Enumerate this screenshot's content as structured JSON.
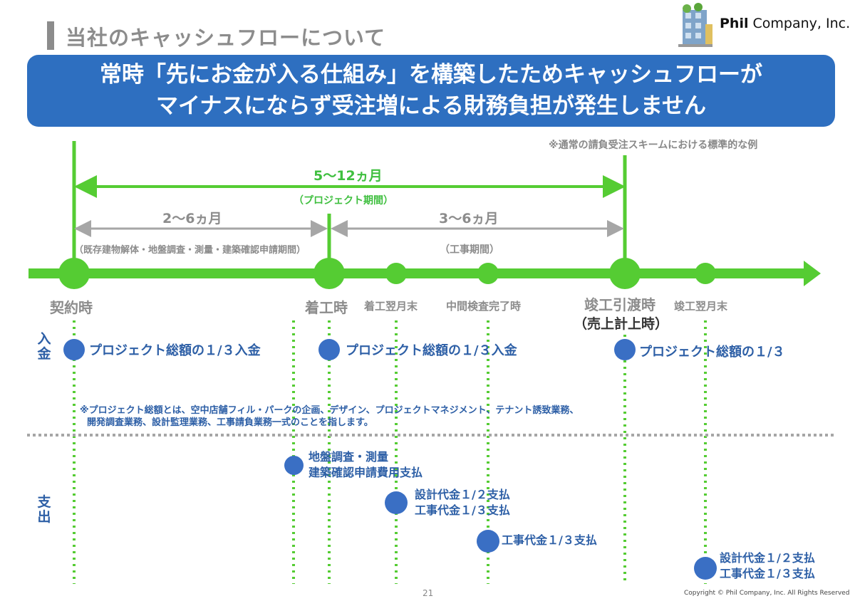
{
  "header": {
    "title": "当社のキャッシュフローについて",
    "logo_brand": "Phil",
    "logo_rest": " Company, Inc."
  },
  "banner": {
    "line1": "常時「先にお金が入る仕組み」を構築したためキャッシュフローが",
    "line2": "マイナスにならず受注増による財務負担が発生しません"
  },
  "note": "※通常の請負受注スキームにおける標準的な例",
  "periods": {
    "total_label": "5～12ヵ月",
    "total_sub": "（プロジェクト期間）",
    "first_label": "2～6ヵ月",
    "first_sub": "（既存建物解体・地盤調査・測量・建築確認申請期間）",
    "second_label": "3～6ヵ月",
    "second_sub": "（工事期間）"
  },
  "milestones": {
    "contract": "契約時",
    "start": "着工時",
    "month_after_start": "着工翌月末",
    "mid_inspection": "中間検査完了時",
    "handover": "竣工引渡時",
    "handover_sub": "（売上計上時）",
    "month_after_completion": "竣工翌月末"
  },
  "income": {
    "section_label_1": "入",
    "section_label_2": "金",
    "items": [
      "プロジェクト総額の１/３入金",
      "プロジェクト総額の１/３入金",
      "プロジェクト総額の１/３"
    ]
  },
  "footnote": {
    "line1": "※プロジェクト総額とは、空中店舗フィル・パークの企画、デザイン、プロジェクトマネジメント、テナント誘致業務、",
    "line2": "開発調査業務、設計監理業務、工事請負業務一式のことを指します。"
  },
  "expense": {
    "section_label_1": "支",
    "section_label_2": "出",
    "items": [
      {
        "line1": "地盤調査・測量",
        "line2": "建築確認申請費用支払"
      },
      {
        "line1": "設計代金１/２支払",
        "line2": "工事代金１/３支払"
      },
      {
        "line1": "工事代金１/３支払"
      },
      {
        "line1": "設計代金１/２支払",
        "line2": "工事代金１/３支払"
      }
    ]
  },
  "footer": {
    "page_number": "21",
    "copyright": "Copyright © Phil Company, Inc.  All Rights Reserved"
  },
  "colors": {
    "green": "#55cc33",
    "blue": "#3a6fc4",
    "banner": "#2e6fc0",
    "gray": "#a6a6a6"
  }
}
